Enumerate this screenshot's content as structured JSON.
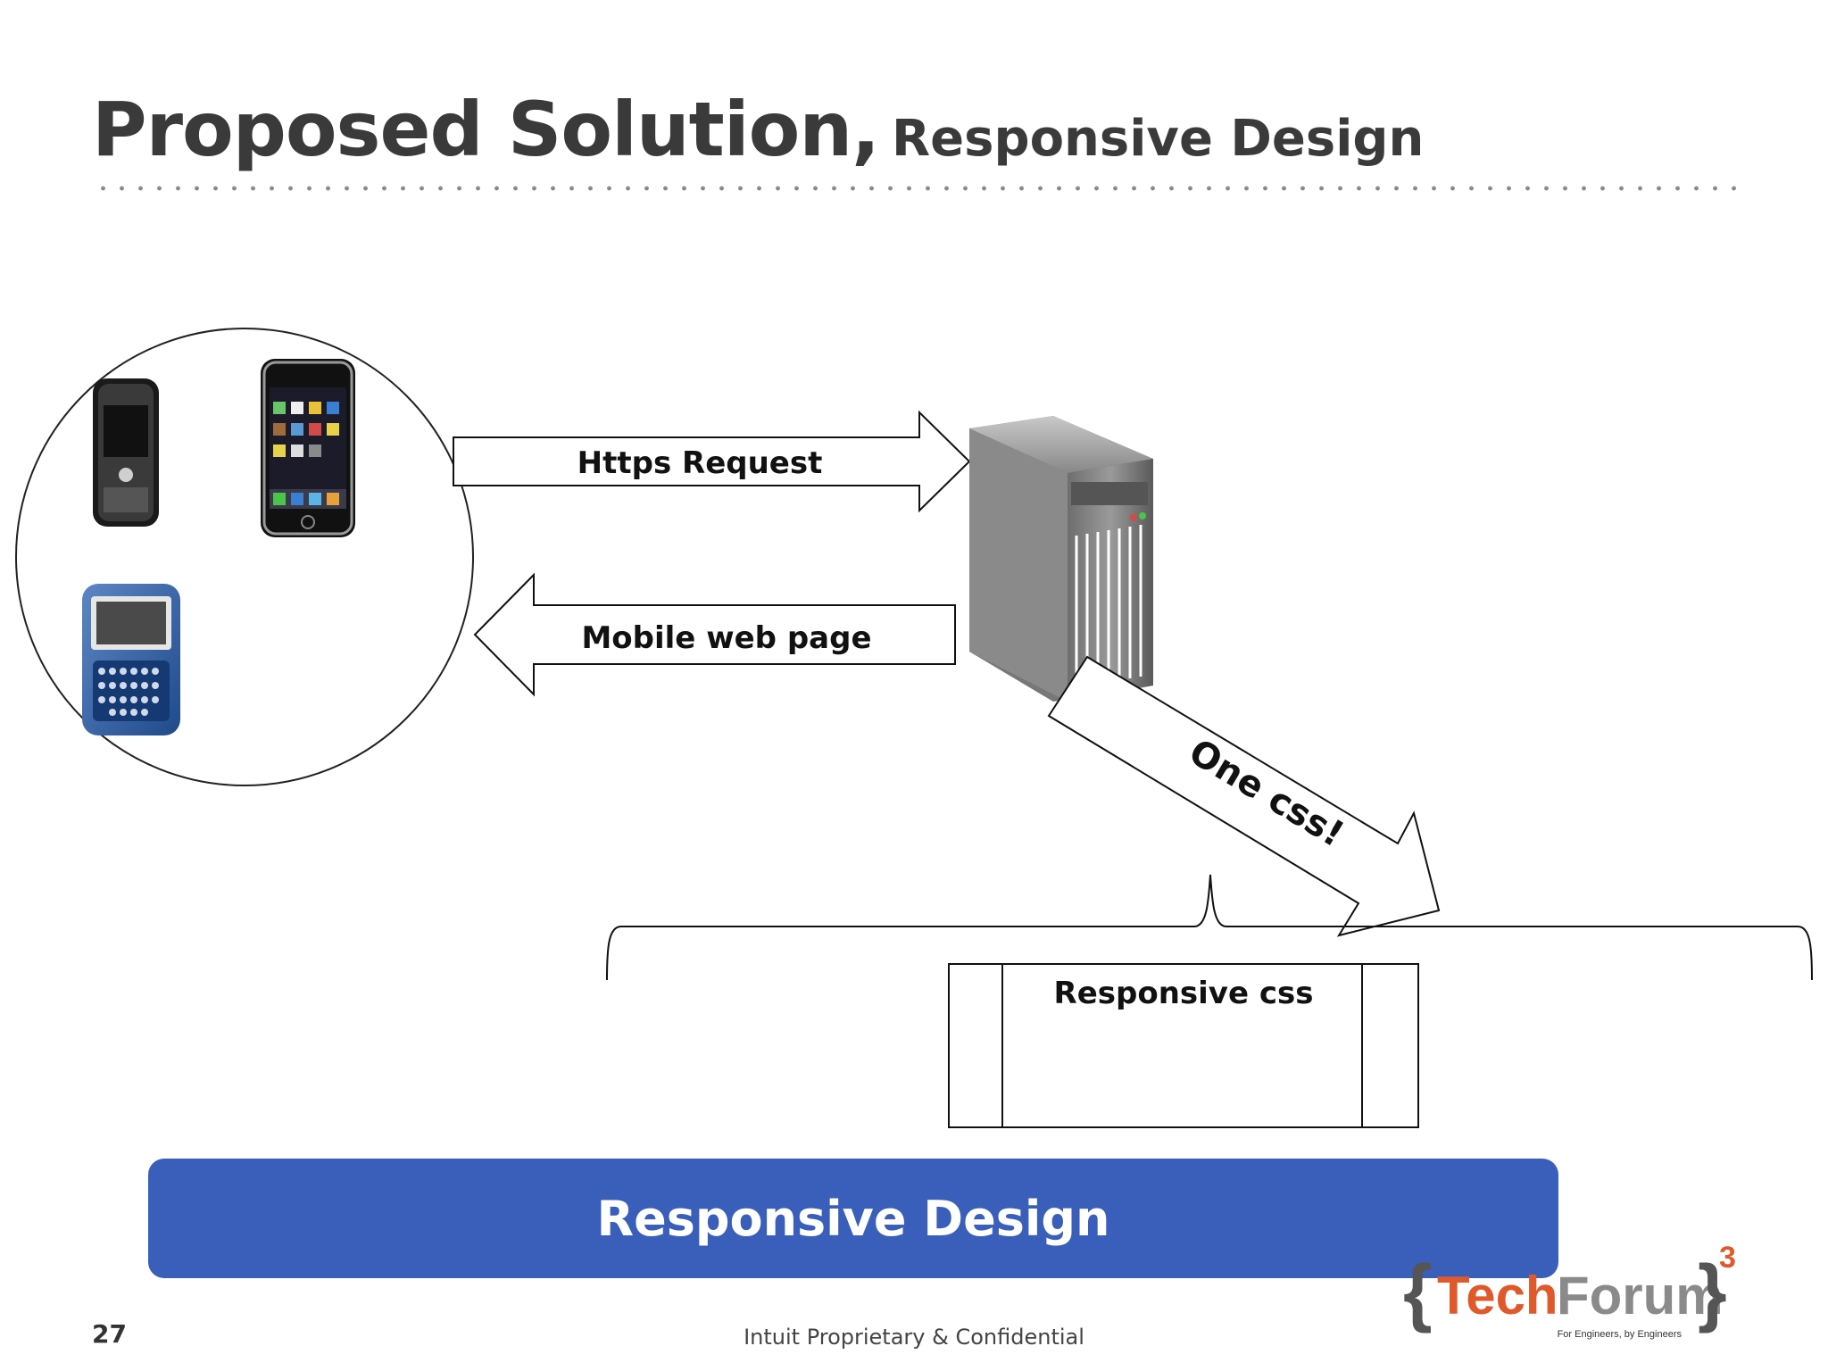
{
  "slide": {
    "title_main": "Proposed Solution,",
    "title_sub": "Responsive Design",
    "page_number": "27",
    "footer": "Intuit Proprietary & Confidential"
  },
  "diagram": {
    "request_label": "Https Request",
    "response_label": "Mobile web page",
    "css_arrow_label": "One css!",
    "css_box_label": "Responsive css",
    "banner_label": "Responsive Design"
  },
  "logo": {
    "text_tech": "Tech",
    "text_forum": "Forum",
    "superscript": "3",
    "tagline": "For Engineers, by Engineers",
    "colors": {
      "tech": "#e0592a",
      "forum": "#8a8a8a",
      "braces": "#555555"
    }
  },
  "icons": [
    "blackberry-pearl-icon",
    "iphone-icon",
    "blackberry-curve-icon",
    "server-tower-icon"
  ]
}
